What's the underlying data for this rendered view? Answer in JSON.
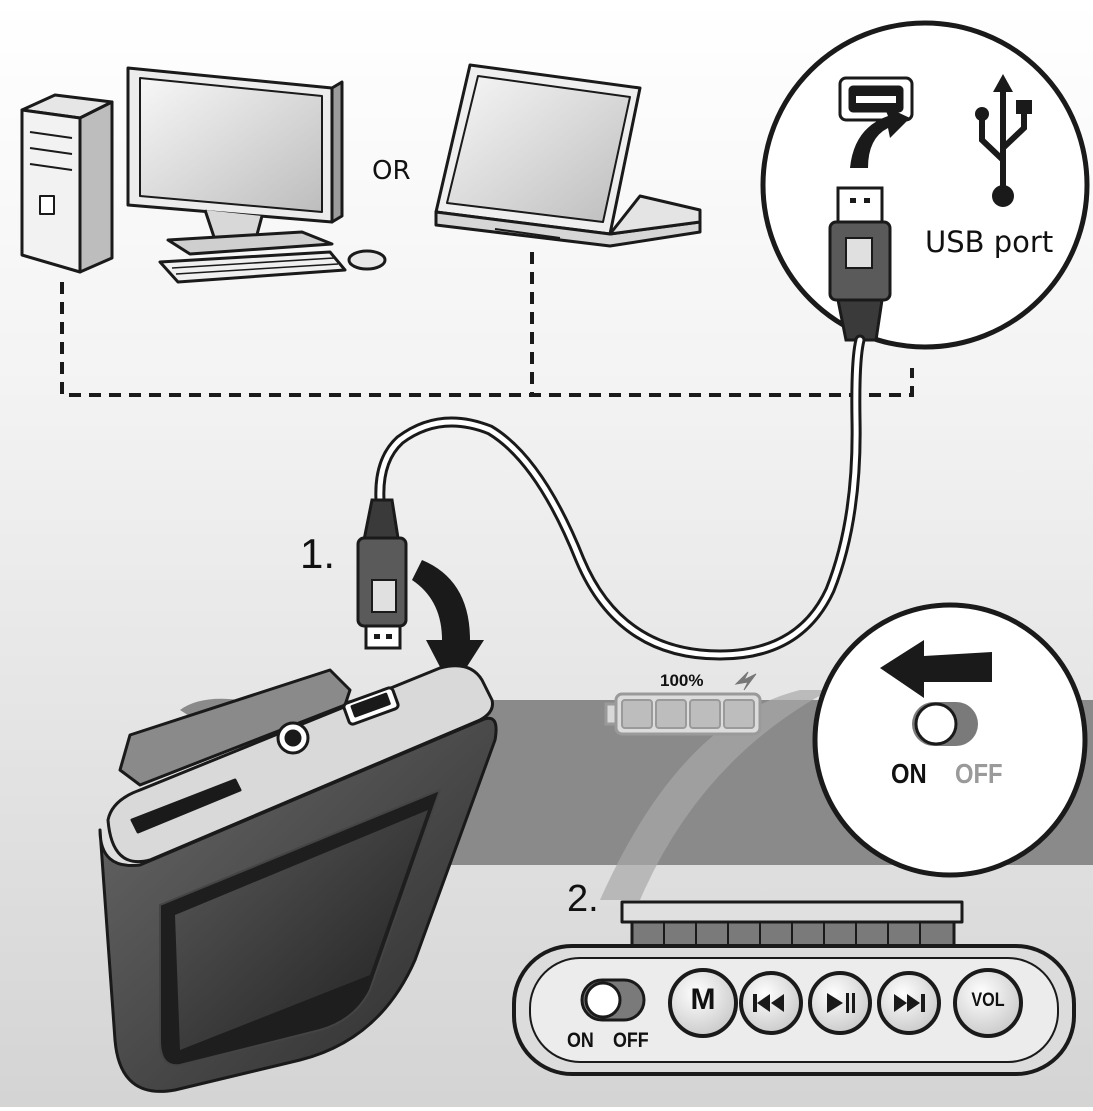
{
  "labels": {
    "or": "OR",
    "usb_port": "USB port",
    "step_1": "1.",
    "step_2": "2.",
    "battery": "100%",
    "switch_on_large": "ON",
    "switch_off_large": "OFF",
    "switch_on_small": "ON",
    "switch_off_small": "OFF",
    "button_m": "M",
    "button_vol": "VOL"
  },
  "icons": {
    "desktop": "desktop-computer-icon",
    "laptop": "laptop-icon",
    "usb_symbol": "usb-trident-icon",
    "insert_arrow": "curved-arrow-icon",
    "slide_arrow": "left-arrow-icon",
    "prev_button": "skip-back-icon",
    "play_pause_button": "play-pause-icon",
    "next_button": "skip-forward-icon",
    "charging": "lightning-icon"
  },
  "battery_level": 1.0,
  "colors": {
    "band": "#8a8a8a",
    "line": "#1a1a1a",
    "device_body": "#3c3c3c",
    "off_text": "#9a9a9a"
  }
}
